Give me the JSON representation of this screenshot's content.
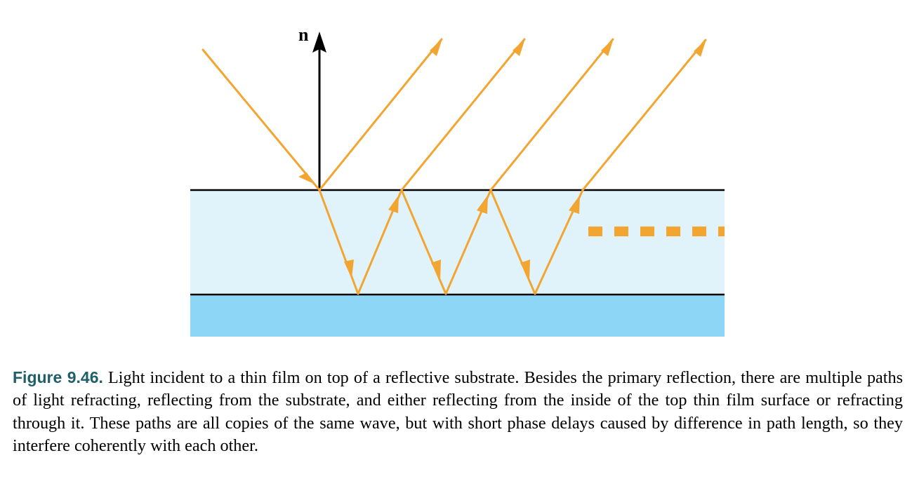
{
  "diagram": {
    "normal_label": "n",
    "colors": {
      "film": "#e0f3fa",
      "substrate": "#8dd6f5",
      "ray": "#f3a531",
      "interface": "#000000",
      "normal": "#000000"
    }
  },
  "caption": {
    "label": "Figure 9.46.",
    "text": "Light incident to a thin film on top of a reflective substrate. Besides the primary reflection, there are multiple paths of light refracting, reflecting from the substrate, and either reflecting from the inside of the top thin film surface or refracting through it. These paths are all copies of the same wave, but with short phase delays caused by difference in path length, so they interfere coherently with each other."
  }
}
